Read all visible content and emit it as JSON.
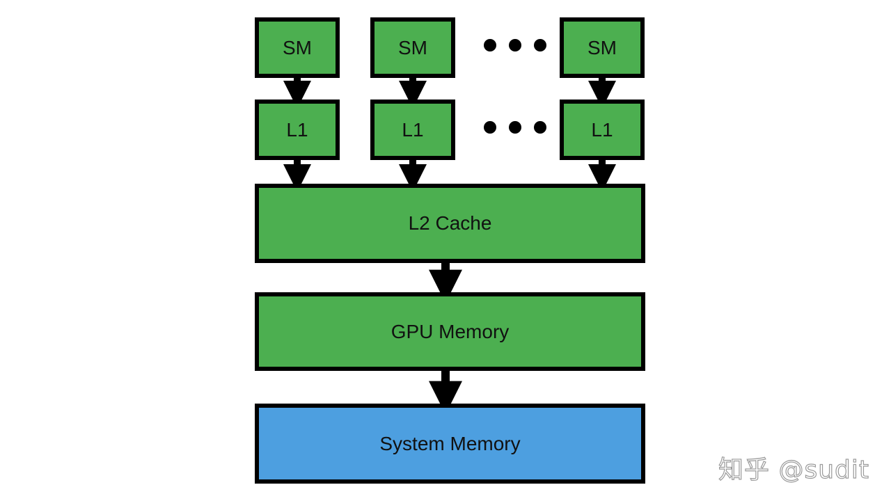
{
  "diagram": {
    "colors": {
      "green_fill": "#4caf50",
      "blue_fill": "#4d9fe0",
      "border": "#000000",
      "arrow": "#000000"
    },
    "sm_units": [
      {
        "sm_label": "SM",
        "l1_label": "L1"
      },
      {
        "sm_label": "SM",
        "l1_label": "L1"
      },
      {
        "sm_label": "SM",
        "l1_label": "L1"
      }
    ],
    "l2_label": "L2 Cache",
    "gpu_memory_label": "GPU Memory",
    "system_memory_label": "System Memory",
    "ellipsis": "•••"
  },
  "watermark": "知乎 @sudit"
}
